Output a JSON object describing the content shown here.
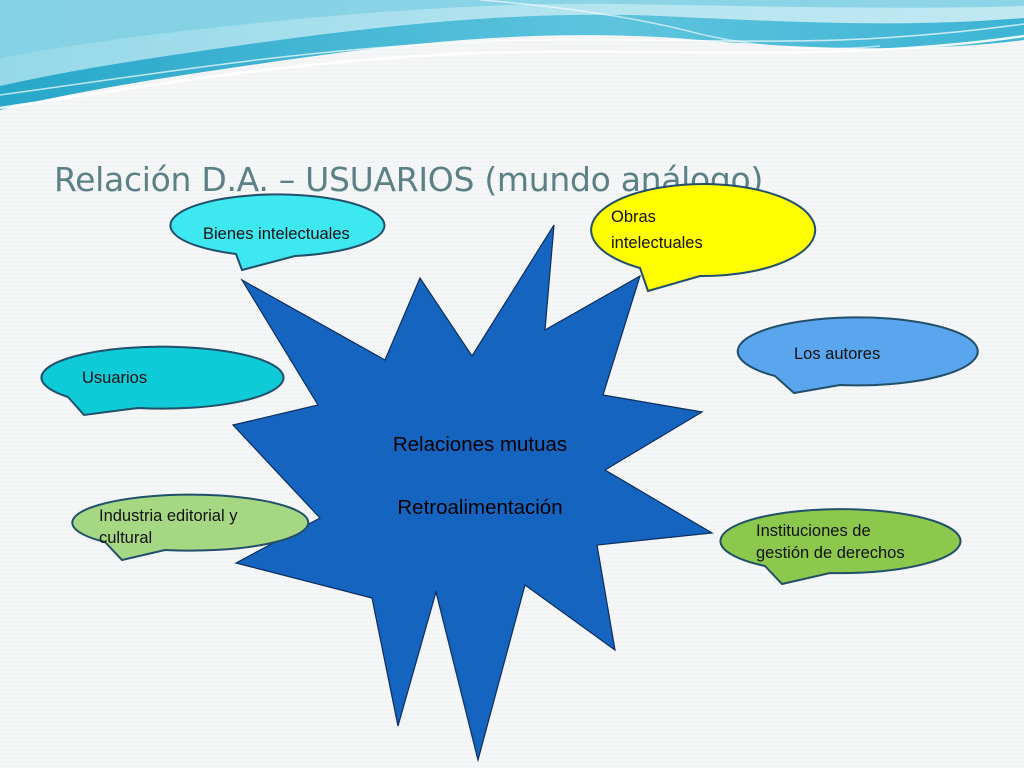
{
  "slide": {
    "title": "Relación D.A. – USUARIOS (mundo análogo)"
  },
  "center": {
    "line1": "Relaciones mutuas",
    "line2": "Retroalimentación"
  },
  "bubbles": {
    "bienes": "Bienes intelectuales",
    "obras_1": "Obras",
    "obras_2": "intelectuales",
    "autores": "Los autores",
    "usuarios": "Usuarios",
    "industria_1": "Industria editorial y",
    "industria_2": "cultural",
    "instituciones_1": "Instituciones de",
    "instituciones_2": "gestión de derechos"
  },
  "colors": {
    "star_fill": "#1565c0",
    "star_stroke": "#0d2d5e",
    "bienes": "#3ee8f0",
    "obras": "#ffff00",
    "autores": "#5aa6ee",
    "usuarios": "#0fcbd8",
    "industria": "#a6d884",
    "instituciones": "#8cc84b",
    "title": "#5b8187"
  }
}
